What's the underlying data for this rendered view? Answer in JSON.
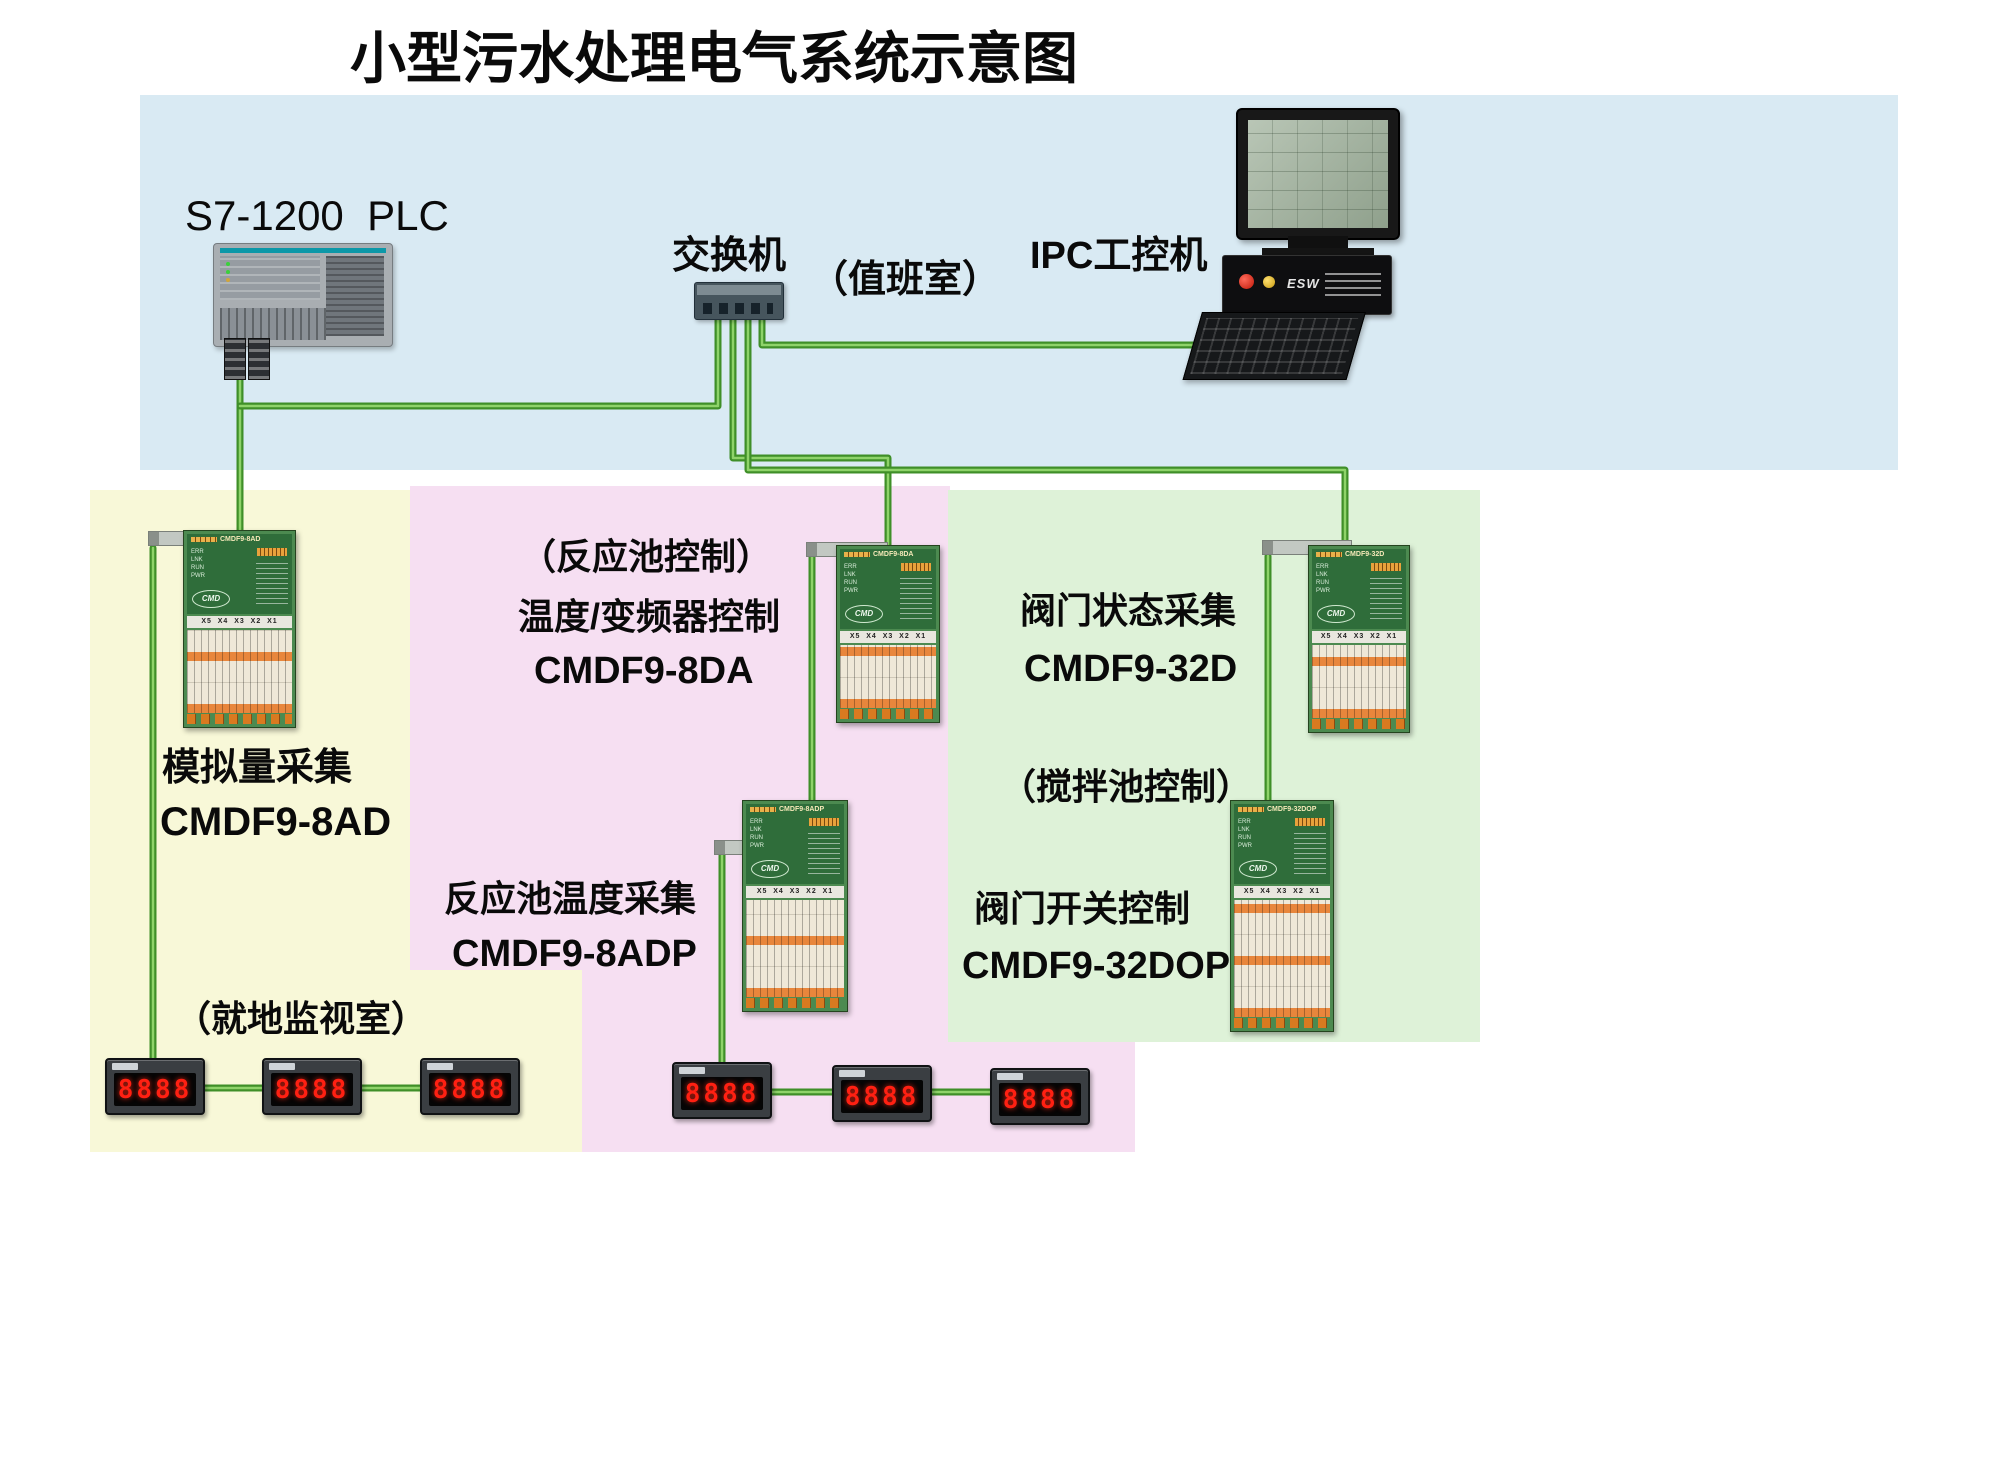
{
  "title": "小型污水处理电气系统示意图",
  "labels": {
    "plc": "S7-1200  PLC",
    "switch": "交换机",
    "duty_room": "（值班室）",
    "ipc": "IPC工控机",
    "reaction_ctrl_line1": "（反应池控制）",
    "reaction_ctrl_line2": "温度/变频器控制",
    "reaction_ctrl_line3": "CMDF9-8DA",
    "analog_line1": "模拟量采集",
    "analog_line2": "CMDF9-8AD",
    "local_room": "（就地监视室）",
    "rtemp_line1": "反应池温度采集",
    "rtemp_line2": "CMDF9-8ADP",
    "valve_status_line1": "阀门状态采集",
    "valve_status_line2": "CMDF9-32D",
    "mixing_ctrl": "（搅拌池控制）",
    "valve_switch_line1": "阀门开关控制",
    "valve_switch_line2": "CMDF9-32DOP"
  },
  "modules": [
    {
      "name": "CMDF9-8AD"
    },
    {
      "name": "CMDF9-8DA"
    },
    {
      "name": "CMDF9-8ADP"
    },
    {
      "name": "CMDF9-32D"
    },
    {
      "name": "CMDF9-32DOP"
    }
  ],
  "devices": {
    "ipc_chassis_brand": "ESW",
    "module_logo": "CMD",
    "module_led_labels": "ERR LNK RUN PWR",
    "module_terminal_labels": "X5  X4  X3  X2  X1",
    "meter_display": "8888"
  },
  "colors": {
    "panel_blue": "#d9eaf3",
    "panel_yellow": "#f8f8d8",
    "panel_pink": "#f6dff2",
    "panel_green": "#def2d8",
    "cable_green": "#3f8f28",
    "meter_digit_red": "#ff2012"
  }
}
